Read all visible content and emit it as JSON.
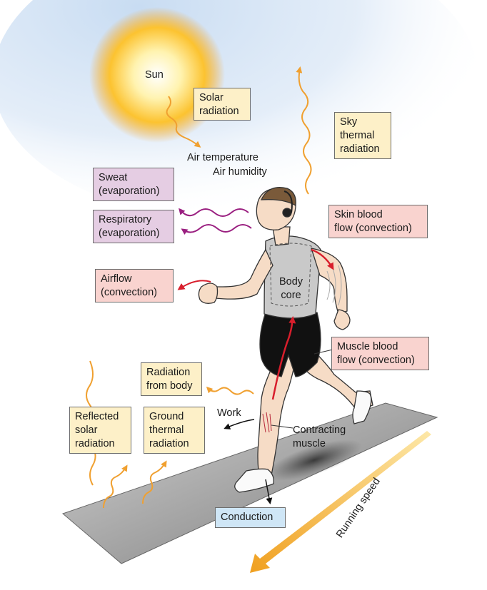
{
  "labels": {
    "sun": "Sun",
    "solar_radiation": "Solar\nradiation",
    "air_temperature": "Air temperature",
    "air_humidity": "Air humidity",
    "sky_thermal_radiation": "Sky\nthermal\nradiation",
    "sweat": "Sweat\n(evaporation)",
    "respiratory": "Respiratory\n(evaporation)",
    "skin_blood_flow": "Skin blood\nflow (convection)",
    "airflow": "Airflow\n(convection)",
    "body_core": "Body\ncore",
    "muscle_blood_flow": "Muscle blood\nflow (convection)",
    "radiation_from_body": "Radiation\nfrom body",
    "reflected_solar_radiation": "Reflected\nsolar\nradiation",
    "ground_thermal_radiation": "Ground\nthermal\nradiation",
    "work": "Work",
    "contracting_muscle": "Contracting\nmuscle",
    "conduction": "Conduction",
    "running_speed": "Running speed"
  },
  "colors": {
    "solar_box": "#fdf0c8",
    "evaporation_box": "#e5cde3",
    "convection_box": "#f9d3cf",
    "conduction_box": "#cfe6f6",
    "radiation_arrow": "#f0a030",
    "evaporation_arrow": "#9a1f80",
    "convection_arrow": "#d81e2c",
    "sky": "#c8dcf2",
    "treadmill": "#8a8a8a"
  }
}
